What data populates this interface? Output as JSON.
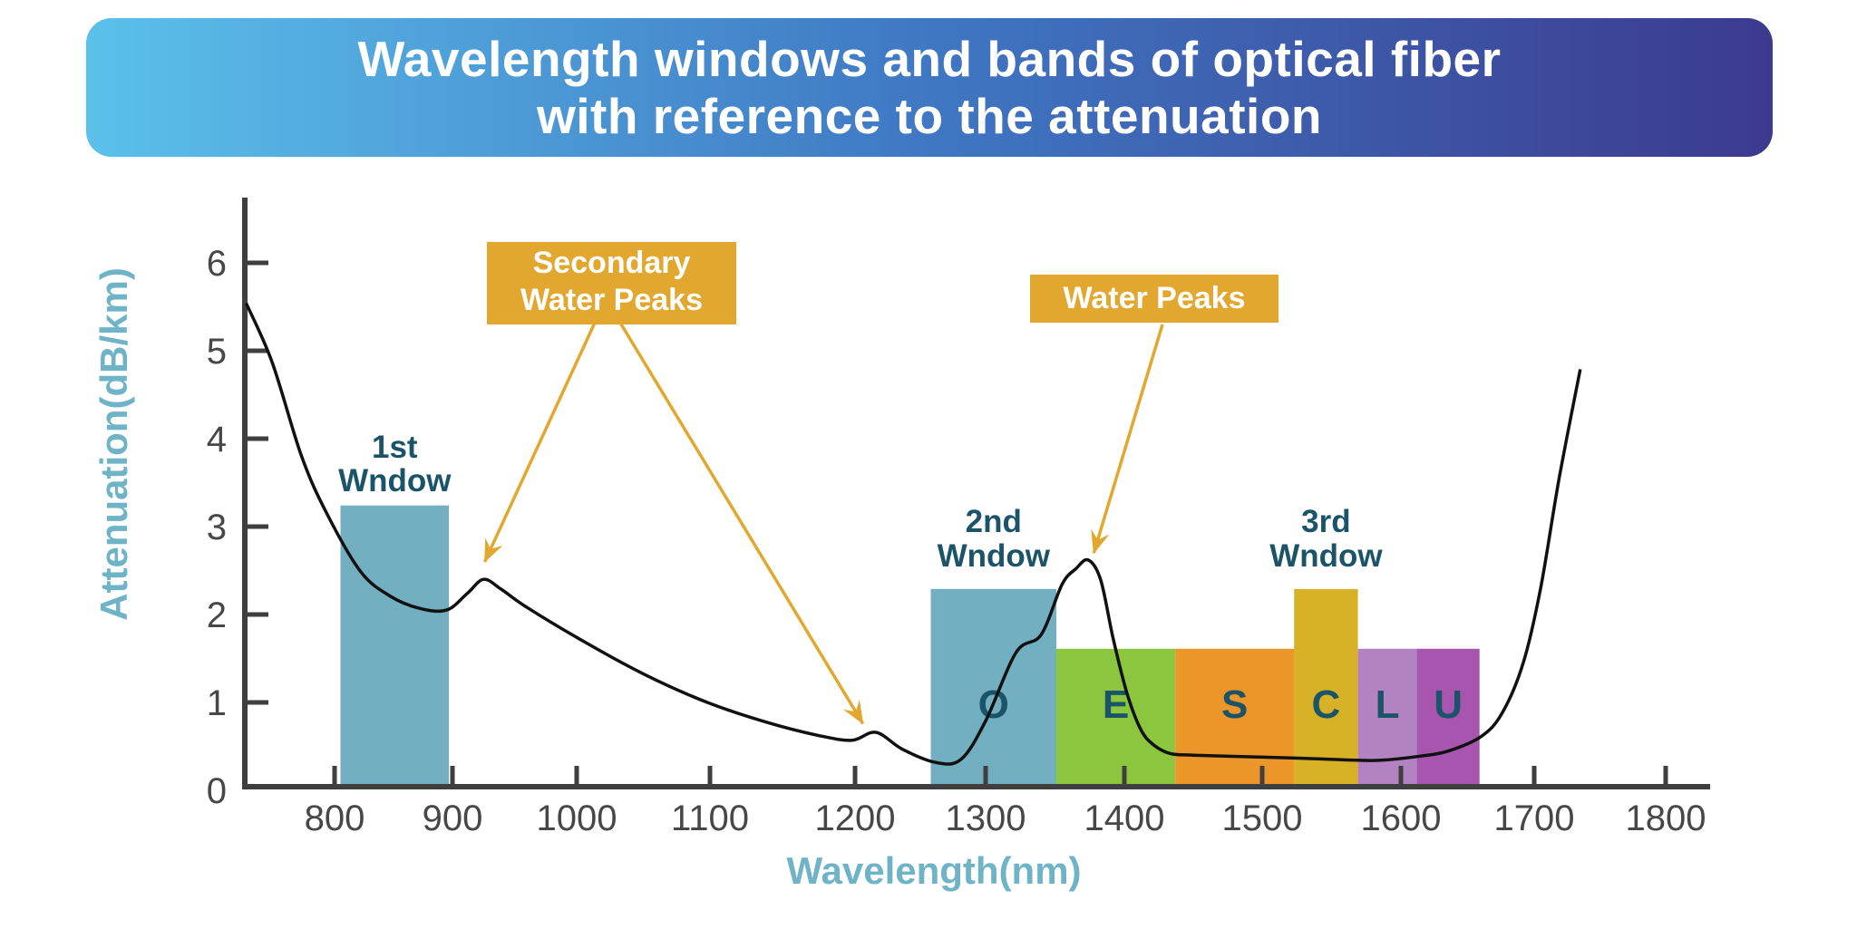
{
  "title": {
    "line1": "Wavelength windows and bands of optical fiber",
    "line2": "with reference to the attenuation"
  },
  "colors": {
    "banner_gradient_start": "#5bc0ea",
    "banner_gradient_mid": "#3f77c3",
    "banner_gradient_end": "#3c3a8e",
    "title_text": "#ffffff",
    "axis": "#3f3f3f",
    "tick_label": "#474747",
    "axis_title": "#6fb3c6",
    "window_fill": "#72afc0",
    "third_window_fill": "#d8b226",
    "window_label": "#1b5468",
    "band_letter": "#1b5468",
    "curve": "#111111",
    "callout_bg": "#e2a72e",
    "callout_text": "#ffffff",
    "arrow": "#e2a72e"
  },
  "chart_data": {
    "type": "line",
    "xlabel": "Wavelength(nm)",
    "ylabel": "Attenuation(dB/km)",
    "x_ticks": [
      800,
      900,
      1000,
      1100,
      1200,
      1300,
      1400,
      1500,
      1600,
      1700,
      1800
    ],
    "y_ticks": [
      0,
      1,
      2,
      3,
      4,
      5,
      6
    ],
    "xlim": [
      725,
      1840
    ],
    "ylim": [
      0,
      6.7
    ],
    "grid": false,
    "legend": "none",
    "curve": {
      "name": "fiber-attenuation",
      "points": [
        [
          725,
          5.54
        ],
        [
          747,
          4.87
        ],
        [
          772,
          3.8
        ],
        [
          793,
          3.16
        ],
        [
          822,
          2.49
        ],
        [
          847,
          2.21
        ],
        [
          872,
          2.07
        ],
        [
          895,
          2.05
        ],
        [
          912,
          2.24
        ],
        [
          925,
          2.4
        ],
        [
          939,
          2.29
        ],
        [
          960,
          2.08
        ],
        [
          1008,
          1.67
        ],
        [
          1052,
          1.31
        ],
        [
          1098,
          1.0
        ],
        [
          1140,
          0.77
        ],
        [
          1176,
          0.62
        ],
        [
          1198,
          0.57
        ],
        [
          1216,
          0.66
        ],
        [
          1236,
          0.47
        ],
        [
          1261,
          0.32
        ],
        [
          1281,
          0.35
        ],
        [
          1300,
          0.79
        ],
        [
          1322,
          1.57
        ],
        [
          1340,
          1.77
        ],
        [
          1355,
          2.34
        ],
        [
          1365,
          2.52
        ],
        [
          1374,
          2.62
        ],
        [
          1383,
          2.39
        ],
        [
          1392,
          1.72
        ],
        [
          1402,
          1.1
        ],
        [
          1412,
          0.69
        ],
        [
          1421,
          0.52
        ],
        [
          1433,
          0.42
        ],
        [
          1450,
          0.4
        ],
        [
          1494,
          0.38
        ],
        [
          1538,
          0.36
        ],
        [
          1582,
          0.34
        ],
        [
          1615,
          0.39
        ],
        [
          1636,
          0.45
        ],
        [
          1660,
          0.61
        ],
        [
          1676,
          0.88
        ],
        [
          1692,
          1.46
        ],
        [
          1705,
          2.31
        ],
        [
          1719,
          3.55
        ],
        [
          1735,
          4.79
        ]
      ]
    },
    "windows": [
      {
        "label_lines": [
          "1st",
          "Wndow"
        ],
        "range_nm": [
          805,
          897
        ],
        "top_dB": 3.24
      },
      {
        "label_lines": [
          "2nd",
          "Wndow"
        ],
        "range_nm": [
          1258,
          1351
        ],
        "top_dB": 2.29
      },
      {
        "label_lines": [
          "3rd",
          "Wndow"
        ],
        "range_nm": [
          1523,
          1569
        ],
        "top_dB": 2.29
      }
    ],
    "bands": [
      {
        "label": "O",
        "range_nm": [
          1258,
          1351
        ],
        "top_dB": 2.29,
        "color": "#72afc0"
      },
      {
        "label": "E",
        "range_nm": [
          1351,
          1437
        ],
        "top_dB": 1.61,
        "color": "#8cc63e"
      },
      {
        "label": "S",
        "range_nm": [
          1437,
          1523
        ],
        "top_dB": 1.61,
        "color": "#ec9528"
      },
      {
        "label": "C",
        "range_nm": [
          1523,
          1569
        ],
        "top_dB": 1.61,
        "color": "#d8b226"
      },
      {
        "label": "L",
        "range_nm": [
          1569,
          1612
        ],
        "top_dB": 1.61,
        "color": "#b282c3"
      },
      {
        "label": "U",
        "range_nm": [
          1612,
          1659
        ],
        "top_dB": 1.61,
        "color": "#a855b0"
      }
    ],
    "annotations": [
      {
        "label_lines": [
          "Secondary",
          "Water Peaks"
        ],
        "targets_nm_dB": [
          [
            926,
            2.6
          ],
          [
            1206,
            0.76
          ]
        ]
      },
      {
        "label_lines": [
          "Water Peaks"
        ],
        "targets_nm_dB": [
          [
            1378,
            2.7
          ]
        ]
      }
    ]
  }
}
